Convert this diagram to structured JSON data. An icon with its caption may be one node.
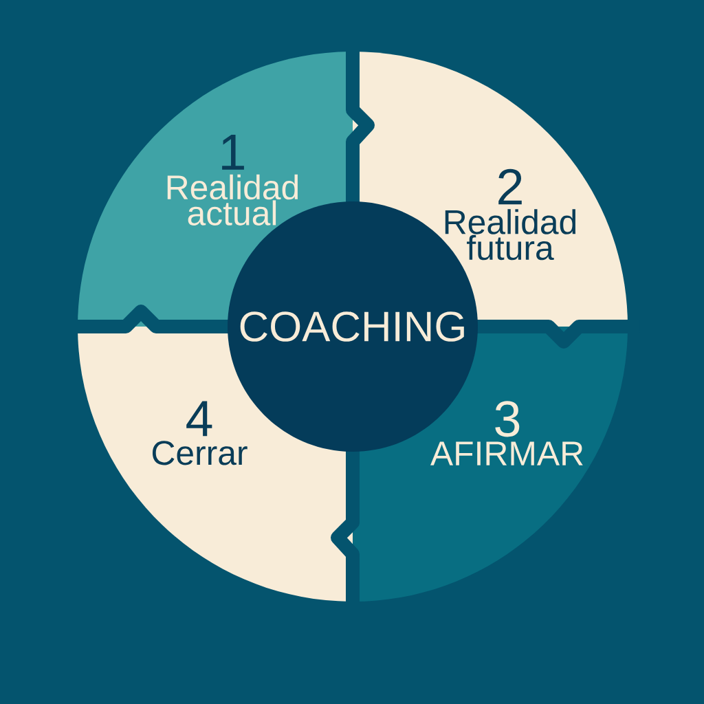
{
  "diagram": {
    "nodes": [
      {
        "text": [
          "1",
          "Realidad actual"
        ]
      },
      {
        "text": [
          "2",
          "Realidad futura"
        ]
      },
      {
        "text": [
          "3",
          "AFIRMAR"
        ]
      },
      {
        "text": [
          "4",
          "Cerrar"
        ]
      },
      {
        "text": [
          "COACHING"
        ]
      }
    ]
  }
}
